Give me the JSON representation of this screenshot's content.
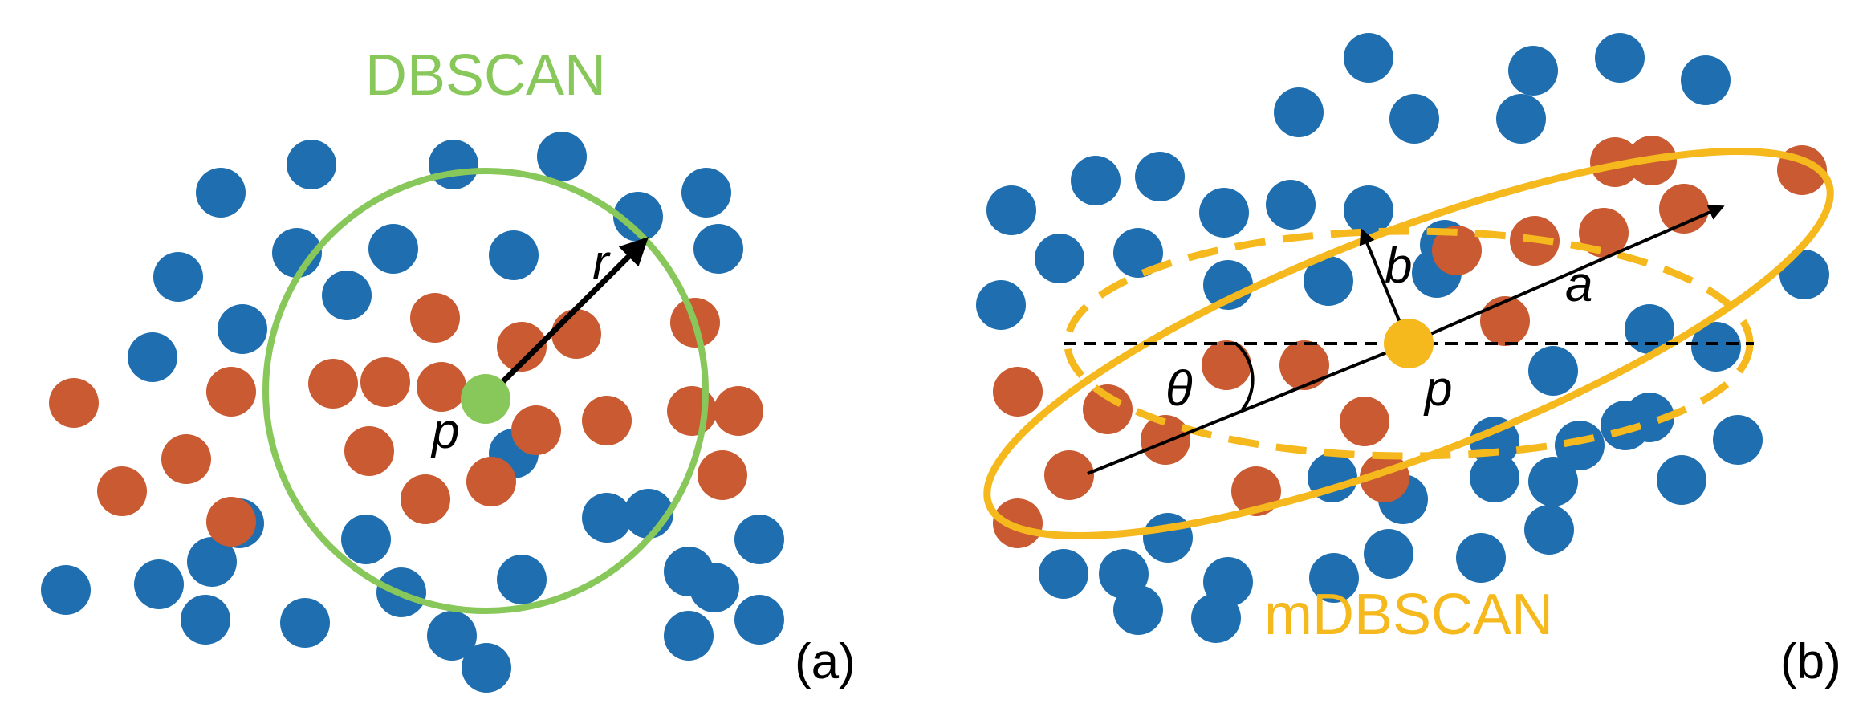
{
  "colors": {
    "blue": "#1f6fb0",
    "red": "#c95a31",
    "green": "#88c759",
    "orange": "#f5b81d",
    "black": "#000000"
  },
  "panel_a": {
    "title": "DBSCAN",
    "center_label": "p",
    "radius_label": "r",
    "panel_label": "(a)"
  },
  "panel_b": {
    "title": "mDBSCAN",
    "center_label": "p",
    "major_label": "a",
    "minor_label": "b",
    "angle_label": "θ",
    "panel_label": "(b)"
  }
}
